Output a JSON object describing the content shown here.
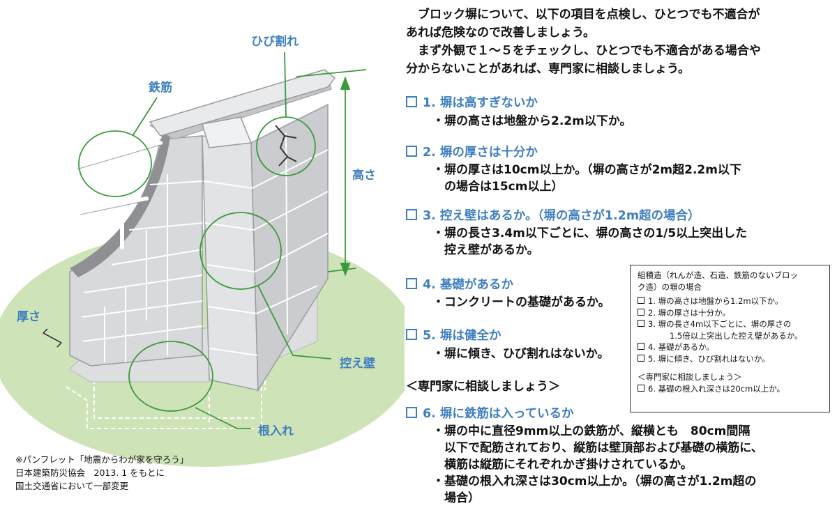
{
  "intro": [
    "　ブロック塀について、以下の項目を点検し、ひとつでも不適合が",
    "あれば危険なので改善しましょう。",
    "　まず外観で１～５をチェックし、ひとつでも不適合がある場合や",
    "分からないことがあれば、専門家に相談しましょう。"
  ],
  "checks": [
    {
      "title": "1. 塀は高すぎないか",
      "lines": [
        "・塀の高さは地盤から2.2m以下か。"
      ]
    },
    {
      "title": "2. 塀の厚さは十分か",
      "lines": [
        "・塀の厚さは10cm以上か。（塀の高さが2m超2.2m以下",
        "　の場合は15cm以上）"
      ]
    },
    {
      "title": "3. 控え壁はあるか。（塀の高さが1.2m超の場合）",
      "lines": [
        "・塀の長さ3.4m以下ごとに、塀の高さの1/5以上突出した",
        "　控え壁があるか。"
      ]
    },
    {
      "title": "4. 基礎があるか",
      "lines": [
        "・コンクリートの基礎があるか。"
      ]
    },
    {
      "title": "5. 塀は健全か",
      "lines": [
        "・塀に傾き、ひび割れはないか。"
      ]
    }
  ],
  "consult_heading": "＜専門家に相談しましょう＞",
  "check6": {
    "title": "6. 塀に鉄筋は入っているか",
    "lines": [
      "・塀の中に直径9mm以上の鉄筋が、縦横とも　80cm間隔",
      "　以下で配筋されており、縦筋は壁頂部および基礎の横筋に、",
      "　横筋は縦筋にそれぞれかぎ掛けされているか。",
      "・基礎の根入れ深さは30cm以上か。（塀の高さが1.2m超の",
      "　場合）"
    ]
  },
  "sidebox": {
    "title_lines": [
      "組積造（れんが造、石造、鉄筋のないブロッ",
      "ク造）の塀の場合"
    ],
    "items": [
      "1. 塀の高さは地盤から1.2m以下か。",
      "2. 塀の厚さは十分か。",
      "3. 塀の長さ4m以下ごとに、塀の厚さの",
      "4. 基礎があるか。",
      "5. 塀に傾き、ひび割れはないか。"
    ],
    "item3_cont": "1.5倍以上突出した控え壁があるか。",
    "consult": "＜専門家に相談しましょう＞",
    "item6": "6. 基礎の根入れ深さは20cm以上か。"
  },
  "diagram_labels": {
    "crack": "ひび割れ",
    "rebar": "鉄筋",
    "height": "高さ",
    "thickness": "厚さ",
    "buttress": "控え壁",
    "embedment": "根入れ"
  },
  "source_note": [
    "※パンフレット「地震からわが家を守ろう」",
    "日本建築防災協会　2013. 1 をもとに",
    "国土交通省において一部変更"
  ],
  "colors": {
    "accent": "#3f7fbf",
    "ground": "#cfe3b8",
    "circle": "#3a9a3a",
    "wall": "#d9dadc"
  }
}
